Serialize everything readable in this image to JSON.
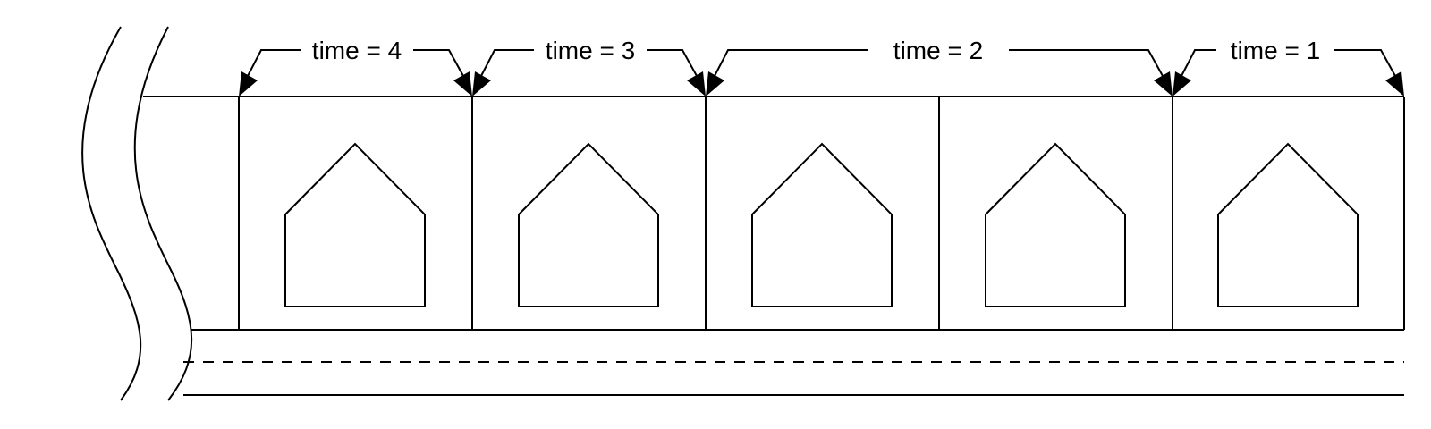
{
  "diagram": {
    "time_labels": [
      {
        "text": "time = 4"
      },
      {
        "text": "time = 3"
      },
      {
        "text": "time = 2"
      },
      {
        "text": "time = 1"
      }
    ],
    "houses": [
      {
        "lot": 1
      },
      {
        "lot": 2
      },
      {
        "lot": 3
      },
      {
        "lot": 4
      },
      {
        "lot": 5
      }
    ]
  },
  "colors": {
    "stroke": "#000000",
    "background": "#ffffff"
  }
}
